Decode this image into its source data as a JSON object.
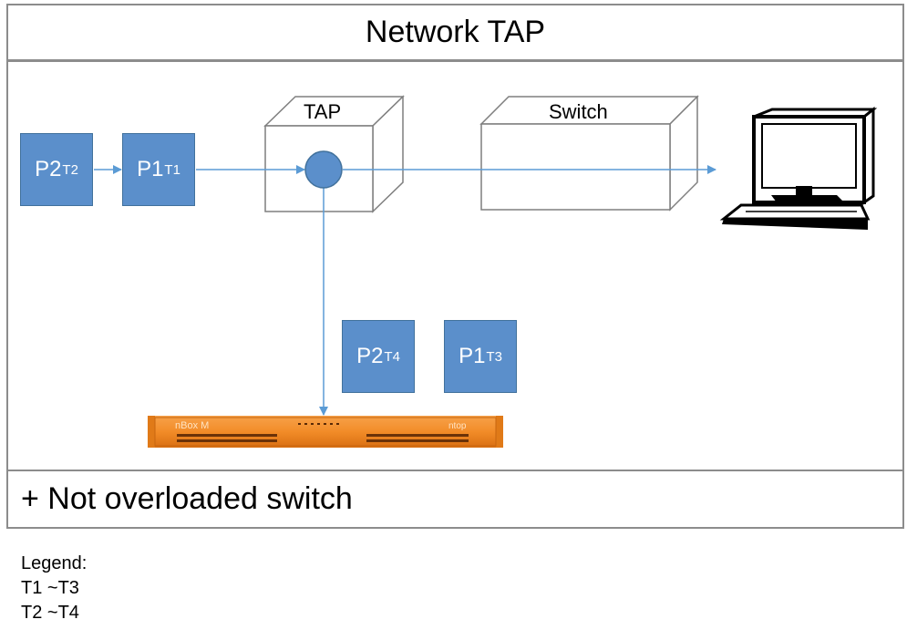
{
  "title": "Network TAP",
  "tap_label": "TAP",
  "switch_label": "Switch",
  "packets": {
    "p2_t2": {
      "name": "P2",
      "sub": "T2"
    },
    "p1_t1": {
      "name": "P1",
      "sub": "T1"
    },
    "p2_t4": {
      "name": "P2",
      "sub": "T4"
    },
    "p1_t3": {
      "name": "P1",
      "sub": "T3"
    }
  },
  "appliance": {
    "brand": "nBox M",
    "vendor": "ntop"
  },
  "benefit": "+ Not overloaded switch",
  "legend": {
    "title": "Legend:",
    "line1": "T1 ~T3",
    "line2": "T2 ~T4"
  },
  "colors": {
    "packet_fill": "#5b8fcb",
    "arrow": "#5b9bd5",
    "appliance": "#f28c28"
  },
  "icons": [
    "computer-monitor-icon",
    "keyboard-icon"
  ]
}
